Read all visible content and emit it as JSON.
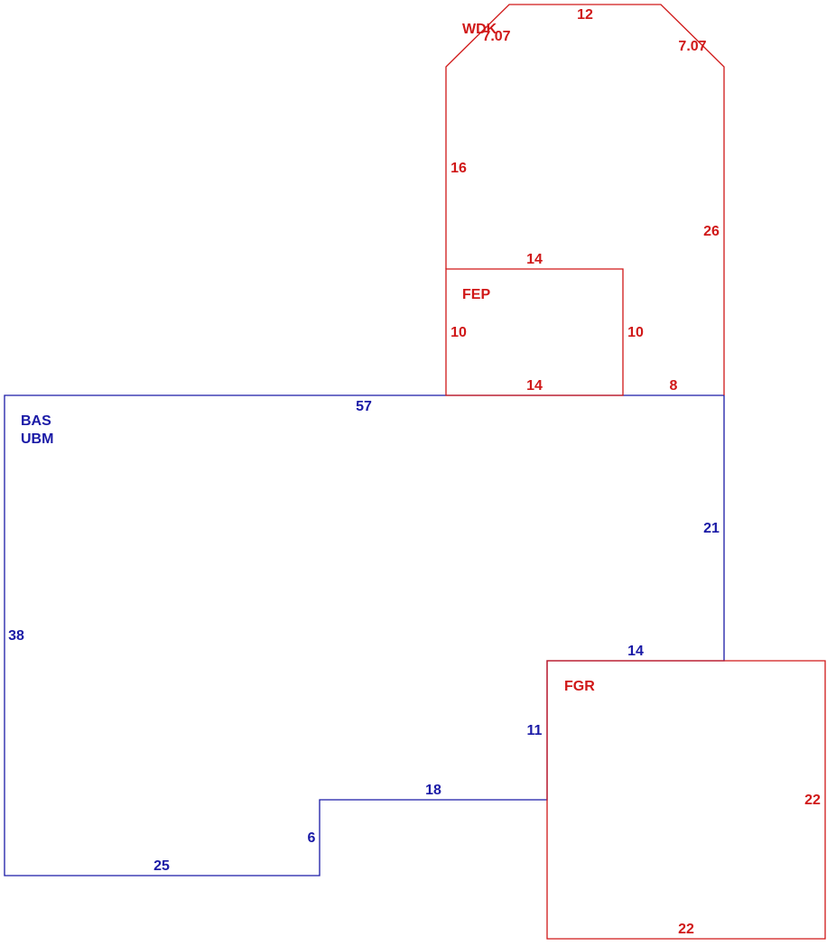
{
  "areas": {
    "bas": {
      "label_line1": "BAS",
      "label_line2": "UBM",
      "color": "#1a1aa6"
    },
    "fgr": {
      "label": "FGR",
      "color": "#d01818"
    },
    "fep": {
      "label": "FEP",
      "color": "#d01818"
    },
    "wdk": {
      "label": "WDK",
      "color": "#d01818"
    }
  },
  "dimensions": {
    "bas": {
      "top": "57",
      "right_upper": "21",
      "step_top": "14",
      "step_left": "11",
      "middle": "18",
      "notch": "6",
      "bottom": "25",
      "left": "38"
    },
    "fgr": {
      "right": "22",
      "bottom": "22"
    },
    "fep": {
      "top": "14",
      "left": "10",
      "right": "10",
      "bottom": "14"
    },
    "wdk": {
      "top": "12",
      "diag_left": "7.07",
      "diag_right": "7.07",
      "left": "16",
      "right": "26",
      "bottom": "8"
    }
  }
}
